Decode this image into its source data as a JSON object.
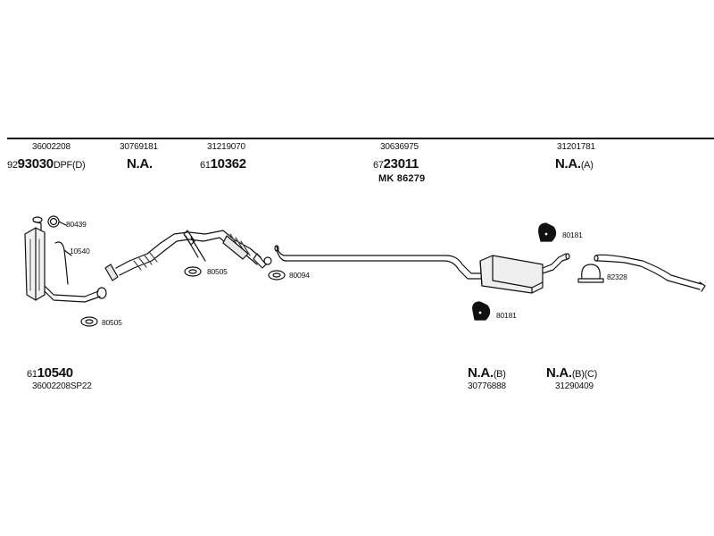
{
  "header": {
    "columns": [
      {
        "id": "dpf",
        "top_number": "36002208",
        "prefix": "92",
        "main": "93030",
        "suffix": "DPF(D)"
      },
      {
        "id": "pipe1",
        "top_number": "30769181",
        "main": "N.A."
      },
      {
        "id": "pipe2",
        "top_number": "31219070",
        "prefix": "61",
        "main": "10362"
      },
      {
        "id": "middle",
        "top_number": "30636975",
        "prefix": "67",
        "main": "23011",
        "kit": "MK  86279"
      },
      {
        "id": "tail",
        "top_number": "31201781",
        "main": "N.A.",
        "suffix": "(A)"
      }
    ]
  },
  "callouts": {
    "clamp_80439": "80439",
    "wire_10540": "10540",
    "gasket_80505_a": "80505",
    "gasket_80505_b": "80505",
    "gasket_80094": "80094",
    "hanger_80181_top": "80181",
    "hanger_80181_bottom": "80181",
    "clamp_82328": "82328"
  },
  "footer": {
    "left": {
      "prefix": "61",
      "main": "10540",
      "sub": "36002208SP22"
    },
    "mid": {
      "main": "N.A.",
      "suffix": "(B)",
      "sub": "30776888"
    },
    "right": {
      "main": "N.A.",
      "suffix": "(B)(C)",
      "sub": "31290409"
    }
  }
}
